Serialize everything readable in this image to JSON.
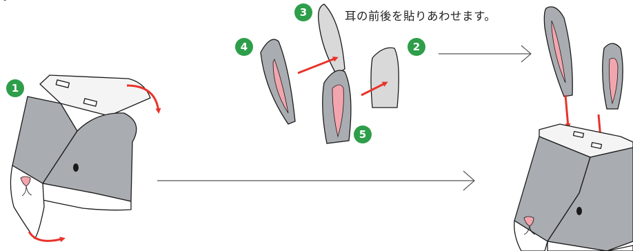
{
  "instruction_text": "耳の前後を貼りあわせます。",
  "corner_mark": "°",
  "step_badges": [
    "1",
    "2",
    "3",
    "4",
    "5"
  ],
  "colors": {
    "badge_green": "#2e9e4a",
    "arrow_red": "#e8332a",
    "head_gray": "#a9acb0",
    "ear_inner_pink": "#f3a5ae",
    "ear_back_gray": "#d9d9d9",
    "outline": "#1a1a1a"
  }
}
